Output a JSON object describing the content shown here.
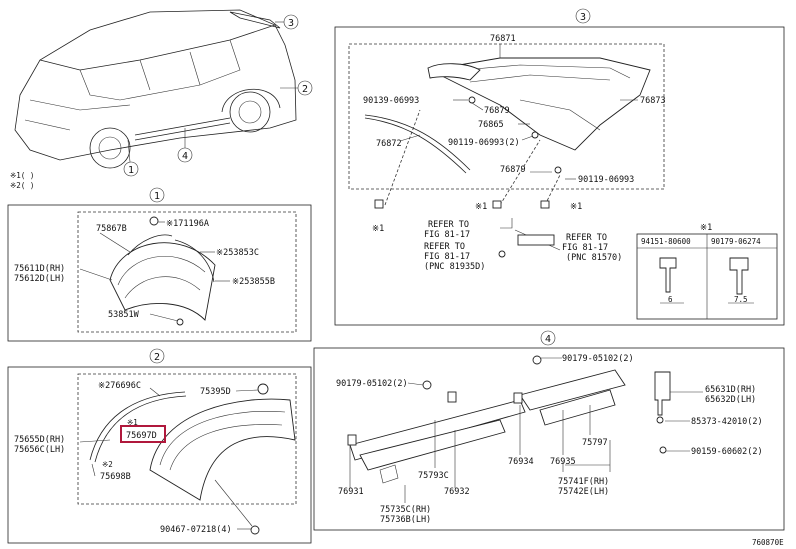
{
  "diagram_code": "760870E",
  "overview": {
    "callouts": [
      "1",
      "2",
      "3",
      "4"
    ],
    "notes": [
      "※1(   )",
      "※2(   )"
    ]
  },
  "section1": {
    "number": "1",
    "labels": {
      "p75867b": "75867B",
      "p171196a": "※171196A",
      "p253853c": "※253853C",
      "p253855b": "※253855B",
      "p75611d": "75611D(RH)",
      "p75612d": "75612D(LH)",
      "p53851w": "53851W"
    }
  },
  "section2": {
    "number": "2",
    "labels": {
      "p276696c": "※276696C",
      "p75395d": "75395D",
      "p75655d": "75655D(RH)",
      "p75656c": "75656C(LH)",
      "p75697d_mark": "※1",
      "p75697d": "75697D",
      "p75698b_mark": "※2",
      "p75698b": "75698B",
      "p90467": "90467-07218(4)"
    }
  },
  "section3": {
    "number": "3",
    "labels": {
      "p76871": "76871",
      "p90139": "90139-06993",
      "p76879a": "76879",
      "p76865": "76865",
      "p76873": "76873",
      "p76872": "76872",
      "p90119a": "90119-06993(2)",
      "p76879b": "76879",
      "p90119b": "90119-06993",
      "mark1a": "※1",
      "mark1b": "※1",
      "mark1c": "※1",
      "ref1_l1": "REFER TO",
      "ref1_l2": "FIG 81-17",
      "ref2_l1": "REFER TO",
      "ref2_l2": "FIG 81-17",
      "ref2_l3": "(PNC 81935D)",
      "ref3_l1": "REFER TO",
      "ref3_l2": "FIG 81-17",
      "ref3_l3": "(PNC 81570)"
    },
    "inset": {
      "note": "※1",
      "col1_part": "94151-80600",
      "col2_part": "90179-06274",
      "col1_dim": "6",
      "col2_dim": "7.5"
    }
  },
  "section4": {
    "number": "4",
    "labels": {
      "p90179a": "90179-05102(2)",
      "p90179b": "90179-05102(2)",
      "p65631d": "65631D(RH)",
      "p65632d": "65632D(LH)",
      "p85373": "85373-42010(2)",
      "p90159": "90159-60602(2)",
      "p75797": "75797",
      "p76934": "76934",
      "p76935": "76935",
      "p75793c": "75793C",
      "p76931": "76931",
      "p76932": "76932",
      "p75741f": "75741F(RH)",
      "p75742e": "75742E(LH)",
      "p75735c": "75735C(RH)",
      "p75736b": "75736B(LH)"
    }
  }
}
